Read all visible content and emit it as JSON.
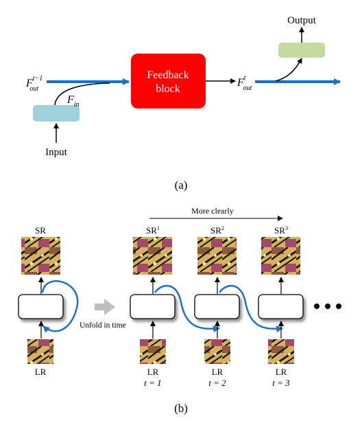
{
  "panel_a": {
    "caption": "(a)",
    "feedback_block_line1": "Feedback",
    "feedback_block_line2": "block",
    "f_prev_base": "F",
    "f_prev_sup": "t−1",
    "f_prev_sub": "out",
    "f_in_base": "F",
    "f_in_sub": "in",
    "f_out_base": "F",
    "f_out_sup": "t",
    "f_out_sub": "out",
    "input_label": "Input",
    "output_label": "Output",
    "colors": {
      "feedback_block": "#ff0000",
      "input_box": "#9fd0dc",
      "output_box": "#c5d9a3",
      "feature_arrow": "#1f6fbf"
    }
  },
  "panel_b": {
    "caption": "(b)",
    "rolled_sr_label": "SR",
    "rolled_lr_label": "LR",
    "unfold_label": "Unfold in time",
    "more_clearly_label": "More clearly",
    "ellipsis": "• • •",
    "steps": [
      {
        "sr_base": "SR",
        "sr_sup": "1",
        "lr_label": "LR",
        "t_label": "t = 1"
      },
      {
        "sr_base": "SR",
        "sr_sup": "2",
        "lr_label": "LR",
        "t_label": "t = 2"
      },
      {
        "sr_base": "SR",
        "sr_sup": "3",
        "lr_label": "LR",
        "t_label": "t = 3"
      }
    ],
    "colors": {
      "recurrent_arrow": "#1f6fbf",
      "unfold_arrow": "#bfbfbf"
    }
  }
}
